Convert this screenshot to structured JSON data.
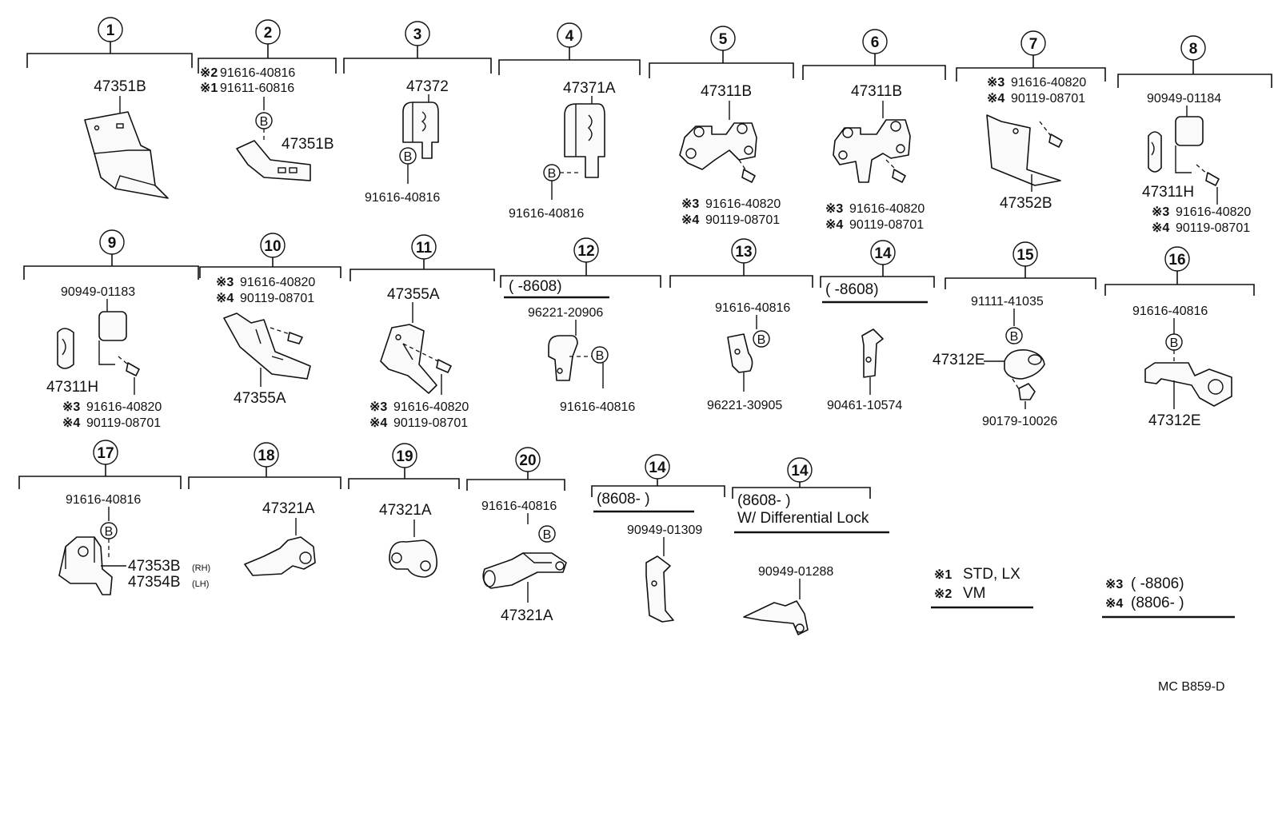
{
  "diagram": {
    "code": "MC  B859-D",
    "groups": [
      {
        "num": "1",
        "labels": [
          "47351B"
        ]
      },
      {
        "num": "2",
        "labels": [
          "※2",
          "91616-40816",
          "※1",
          "91611-60816",
          "B",
          "47351B"
        ]
      },
      {
        "num": "3",
        "labels": [
          "47372",
          "B",
          "91616-40816"
        ]
      },
      {
        "num": "4",
        "labels": [
          "47371A",
          "B",
          "91616-40816"
        ]
      },
      {
        "num": "5",
        "labels": [
          "47311B",
          "※3",
          "91616-40820",
          "※4",
          "90119-08701"
        ]
      },
      {
        "num": "6",
        "labels": [
          "47311B",
          "※3",
          "91616-40820",
          "※4",
          "90119-08701"
        ]
      },
      {
        "num": "7",
        "labels": [
          "※3",
          "91616-40820",
          "※4",
          "90119-08701",
          "47352B"
        ]
      },
      {
        "num": "8",
        "labels": [
          "90949-01184",
          "47311H",
          "※3",
          "91616-40820",
          "※4",
          "90119-08701"
        ]
      },
      {
        "num": "9",
        "labels": [
          "90949-01183",
          "47311H",
          "※3",
          "91616-40820",
          "※4",
          "90119-08701"
        ]
      },
      {
        "num": "10",
        "labels": [
          "※3",
          "91616-40820",
          "※4",
          "90119-08701",
          "47355A"
        ]
      },
      {
        "num": "11",
        "labels": [
          "47355A",
          "※3",
          "91616-40820",
          "※4",
          "90119-08701"
        ]
      },
      {
        "num": "12",
        "labels": [
          "(          -8608)",
          "96221-20906",
          "B",
          "91616-40816"
        ]
      },
      {
        "num": "13",
        "labels": [
          "91616-40816",
          "B",
          "96221-30905"
        ]
      },
      {
        "num": "14",
        "labels": [
          "(          -8608)",
          "90461-10574"
        ]
      },
      {
        "num": "15",
        "labels": [
          "91111-41035",
          "B",
          "47312E",
          "90179-10026"
        ]
      },
      {
        "num": "16",
        "labels": [
          "91616-40816",
          "B",
          "47312E"
        ]
      },
      {
        "num": "17",
        "labels": [
          "91616-40816",
          "B",
          "47353B",
          "(RH)",
          "47354B",
          "(LH)"
        ]
      },
      {
        "num": "18",
        "labels": [
          "47321A"
        ]
      },
      {
        "num": "19",
        "labels": [
          "47321A"
        ]
      },
      {
        "num": "20",
        "labels": [
          "91616-40816",
          "B",
          "47321A"
        ]
      },
      {
        "num": "14",
        "labels": [
          "(8608-          )",
          "90949-01309"
        ]
      },
      {
        "num": "14",
        "labels": [
          "(8608-          )",
          "W/ Differential Lock",
          "90949-01288"
        ]
      }
    ],
    "legend": {
      "left": [
        {
          "mark": "※1",
          "text": "STD, LX"
        },
        {
          "mark": "※2",
          "text": "VM"
        }
      ],
      "right": [
        {
          "mark": "※3",
          "text": "(          -8806)"
        },
        {
          "mark": "※4",
          "text": "(8806-          )"
        }
      ]
    }
  }
}
